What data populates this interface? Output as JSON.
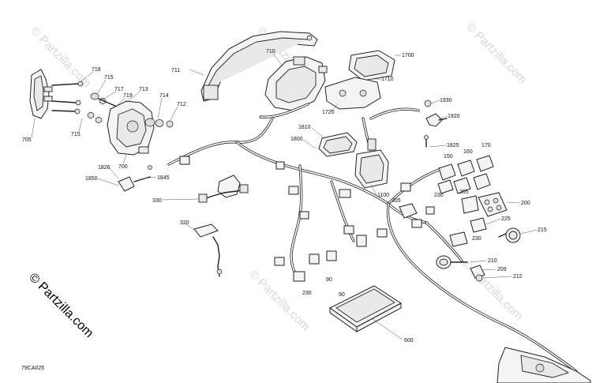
{
  "diagram": {
    "watermark": "© Partzilla.com",
    "corner_code": "79CA025",
    "callouts": [
      {
        "id": "c711",
        "text": "711"
      },
      {
        "id": "c710",
        "text": "710"
      },
      {
        "id": "c1700",
        "text": "1700"
      },
      {
        "id": "c1710",
        "text": "1710"
      },
      {
        "id": "c718",
        "text": "718"
      },
      {
        "id": "c715a",
        "text": "715"
      },
      {
        "id": "c717",
        "text": "717"
      },
      {
        "id": "c713",
        "text": "713"
      },
      {
        "id": "c719",
        "text": "719"
      },
      {
        "id": "c714",
        "text": "714"
      },
      {
        "id": "c712",
        "text": "712"
      },
      {
        "id": "c715b",
        "text": "715"
      },
      {
        "id": "c705",
        "text": "705"
      },
      {
        "id": "c700",
        "text": "700"
      },
      {
        "id": "c1930",
        "text": "1930"
      },
      {
        "id": "c1920",
        "text": "1920"
      },
      {
        "id": "c1720",
        "text": "1720"
      },
      {
        "id": "c1810",
        "text": "1810"
      },
      {
        "id": "c1800",
        "text": "1800"
      },
      {
        "id": "c1825",
        "text": "1825"
      },
      {
        "id": "c160",
        "text": "160"
      },
      {
        "id": "c170",
        "text": "170"
      },
      {
        "id": "c150",
        "text": "150"
      },
      {
        "id": "c1826",
        "text": "1826"
      },
      {
        "id": "c1845",
        "text": "1845"
      },
      {
        "id": "c1850",
        "text": "1850"
      },
      {
        "id": "c330",
        "text": "330"
      },
      {
        "id": "c1100",
        "text": "1100"
      },
      {
        "id": "c230a",
        "text": "230"
      },
      {
        "id": "c205",
        "text": "205"
      },
      {
        "id": "c200",
        "text": "200"
      },
      {
        "id": "c305",
        "text": "305"
      },
      {
        "id": "c225",
        "text": "225"
      },
      {
        "id": "c215",
        "text": "215"
      },
      {
        "id": "c230b",
        "text": "230"
      },
      {
        "id": "c320",
        "text": "320"
      },
      {
        "id": "c210",
        "text": "210"
      },
      {
        "id": "c209",
        "text": "209"
      },
      {
        "id": "c212",
        "text": "212"
      },
      {
        "id": "c90a",
        "text": "90"
      },
      {
        "id": "c230c",
        "text": "230"
      },
      {
        "id": "c90b",
        "text": "90"
      },
      {
        "id": "c600",
        "text": "600"
      }
    ]
  }
}
